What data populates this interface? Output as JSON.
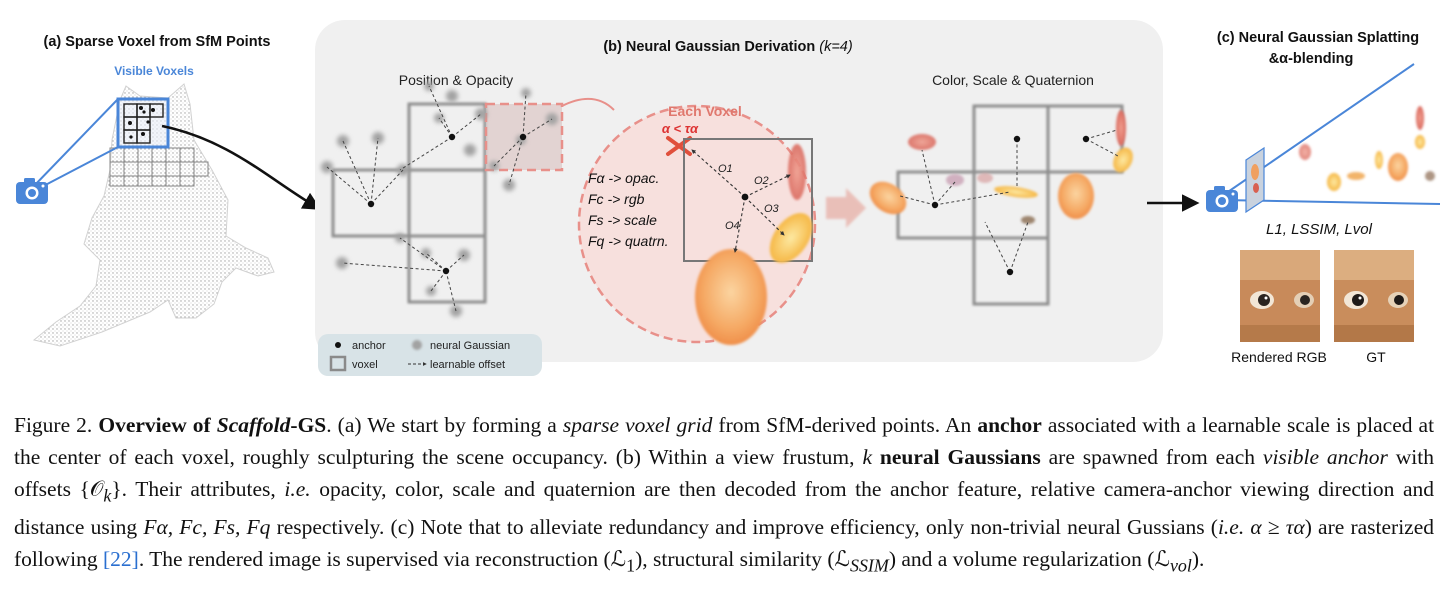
{
  "panel_a": {
    "title": "(a) Sparse Voxel from SfM Points",
    "subtitle": "Visible Voxels"
  },
  "panel_b": {
    "title": "(b) Neural Gaussian Derivation",
    "title_k": "(k=4)",
    "left_label": "Position & Opacity",
    "right_label": "Color, Scale & Quaternion",
    "each_voxel": "Each Voxel",
    "threshold": "α < τα",
    "decoders": [
      "Fα -> opac.",
      "Fc -> rgb",
      "Fs -> scale",
      "Fq -> quatrn."
    ],
    "offsets": [
      "O1",
      "O2",
      "O3",
      "O4"
    ],
    "legend": {
      "anchor": "anchor",
      "voxel": "voxel",
      "neural_gaussian": "neural Gaussian",
      "learnable_offset": "learnable offset"
    }
  },
  "panel_c": {
    "title_line1": "(c) Neural Gaussian Splatting",
    "title_line2": "&α-blending",
    "losses": "L1, LSSIM, Lvol",
    "rendered_label": "Rendered RGB",
    "gt_label": "GT"
  },
  "caption": {
    "fig": "Figure 2.",
    "bold_overview": "Overview of",
    "bold_name1": "Scaffold",
    "bold_name2": "-GS",
    "s1": ". (a) We start by forming a",
    "i_grid": "sparse voxel grid",
    "s2": "from SfM-derived points. An",
    "b_anchor": "anchor",
    "s3": "associated with a learnable scale is placed at the center of each voxel, roughly sculpturing the scene occupancy. (b) Within a view frustum,",
    "k": "k",
    "b_neural": "neural Gaussians",
    "s4": "are spawned from each",
    "i_visible": "visible anchor",
    "s5": "with offsets {𝒪",
    "s5_sub": "k",
    "s5b": "}. Their attributes,",
    "i_ie": "i.e.",
    "s6": "opacity, color, scale and quaternion are then decoded from the anchor feature, relative camera-anchor viewing direction and distance using",
    "m_F": "Fα, Fc, Fs, Fq",
    "s7": "respectively. (c) Note that to alleviate redundancy and improve efficiency, only non-trivial neural Gussians (",
    "i_ie2": "i.e.",
    "m_alpha": "α ≥ τα",
    "s8": ") are rasterized following",
    "cite": "[22]",
    "s9": ". The rendered image is supervised via reconstruction (ℒ",
    "sub1": "1",
    "s10": "), structural similarity (ℒ",
    "sub_ssim": "SSIM",
    "s11": ") and a volume regularization (ℒ",
    "sub_vol": "vol",
    "s12": ")."
  }
}
